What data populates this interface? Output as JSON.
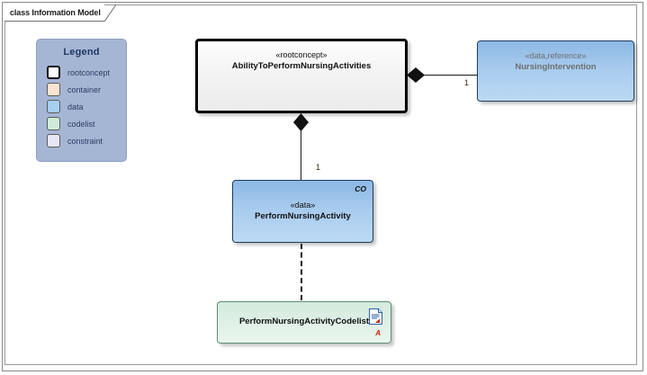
{
  "diagram": {
    "frame_label": "class Information Model",
    "background": "#ffffff"
  },
  "legend": {
    "title": "Legend",
    "background": "#a5b6d4",
    "items": [
      {
        "label": "rootconcept",
        "color": "#ffffff",
        "border": "#111111",
        "border_style": "thick"
      },
      {
        "label": "container",
        "color": "#fbe3cf",
        "border": "#5c5c5c",
        "border_style": "thin"
      },
      {
        "label": "data",
        "color": "#a7cdef",
        "border": "#5c5c5c",
        "border_style": "thin"
      },
      {
        "label": "codelist",
        "color": "#cfead8",
        "border": "#5c5c5c",
        "border_style": "thin"
      },
      {
        "label": "constraint",
        "color": "#e6e6f7",
        "border": "#5c5c5c",
        "border_style": "thin"
      }
    ]
  },
  "nodes": {
    "root_concept": {
      "stereotype": "«rootconcept»",
      "name": "AbilityToPerformNursingActivities",
      "kind": "rootconcept"
    },
    "nursing_intervention": {
      "stereotype": "«data,reference»",
      "name": "NursingIntervention",
      "kind": "data-reference"
    },
    "perform_nursing_activity": {
      "stereotype": "«data»",
      "name": "PerformNursingActivity",
      "corner_tag": "CO",
      "kind": "data"
    },
    "perform_nursing_activity_codelist": {
      "name": "PerformNursingActivityCodelist",
      "icon": "document-icon",
      "marker": "A",
      "kind": "codelist"
    }
  },
  "connectors": {
    "root_to_intervention": {
      "type": "composition",
      "source": "AbilityToPerformNursingActivities",
      "target": "NursingIntervention",
      "target_multiplicity": "1"
    },
    "root_to_activity": {
      "type": "composition",
      "source": "AbilityToPerformNursingActivities",
      "target": "PerformNursingActivity",
      "target_multiplicity": "1"
    },
    "activity_to_codelist": {
      "type": "dependency",
      "source": "PerformNursingActivity",
      "target": "PerformNursingActivityCodelist",
      "target_multiplicity": ""
    }
  }
}
